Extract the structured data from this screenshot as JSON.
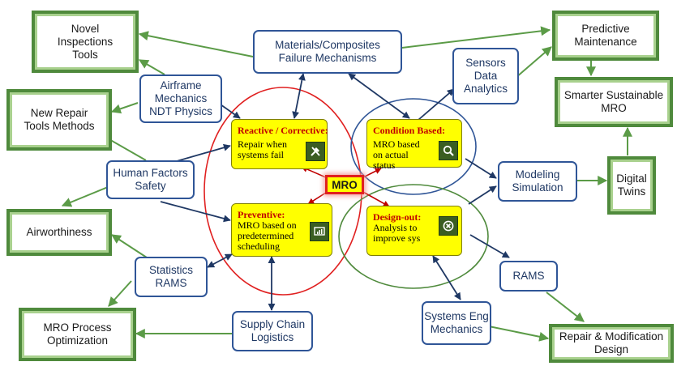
{
  "center": {
    "label": "MRO"
  },
  "strategies": {
    "reactive": {
      "title": "Reactive / Corrective:",
      "body": "Repair when systems fail",
      "icon": "tools-icon"
    },
    "condition": {
      "title": "Condition Based:",
      "body": "MRO based on actual status",
      "icon": "magnifier-icon"
    },
    "preventive": {
      "title": "Preventive:",
      "body": "MRO based on predetermined scheduling",
      "icon": "chart-monitor-icon"
    },
    "design_out": {
      "title": "Design-out:",
      "body": "Analysis to improve sys",
      "icon": "cancel-circle-icon"
    }
  },
  "blue_nodes": {
    "materials": "Materials/Composites Failure Mechanisms",
    "airframe": "Airframe Mechanics NDT Physics",
    "sensors": "Sensors Data Analytics",
    "human_factors": "Human Factors Safety",
    "modeling": "Modeling Simulation",
    "statistics": "Statistics RAMS",
    "rams": "RAMS",
    "supply_chain": "Supply Chain Logistics",
    "systems_eng": "Systems Eng Mechanics"
  },
  "green_nodes": {
    "novel_inspections": "Novel Inspections Tools",
    "new_repair": "New Repair Tools Methods",
    "airworthiness": "Airworthiness",
    "mro_process": "MRO Process Optimization",
    "predictive": "Predictive Maintenance",
    "smarter": "Smarter Sustainable MRO",
    "digital_twins": "Digital Twins",
    "repair_mod": "Repair & Modification Design"
  },
  "colors": {
    "green_border": "#4f8a3c",
    "green_arrow": "#5b9b47",
    "blue_border": "#2f5597",
    "navy_arrow": "#1f3864",
    "red_arrow": "#c00000",
    "yellow": "#ffff00"
  }
}
